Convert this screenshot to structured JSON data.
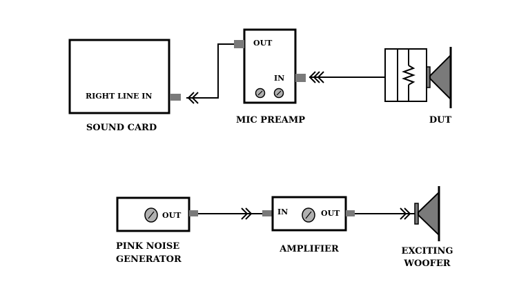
{
  "sound_card": {
    "port_label": "RIGHT LINE IN",
    "caption": "SOUND CARD"
  },
  "mic_preamp": {
    "out_label": "OUT",
    "in_label": "IN",
    "caption": "MIC PREAMP"
  },
  "dut": {
    "caption": "DUT"
  },
  "pink_noise_generator": {
    "out_label": "OUT",
    "caption_line1": "PINK NOISE",
    "caption_line2": "GENERATOR"
  },
  "amplifier": {
    "in_label": "IN",
    "out_label": "OUT",
    "caption": "AMPLIFIER"
  },
  "exciting_woofer": {
    "caption_line1": "EXCITING",
    "caption_line2": "WOOFER"
  },
  "colors": {
    "line": "#000000",
    "connector": "#7a7a7a",
    "knob": "#b0b0b0",
    "speaker": "#7a7a7a"
  }
}
